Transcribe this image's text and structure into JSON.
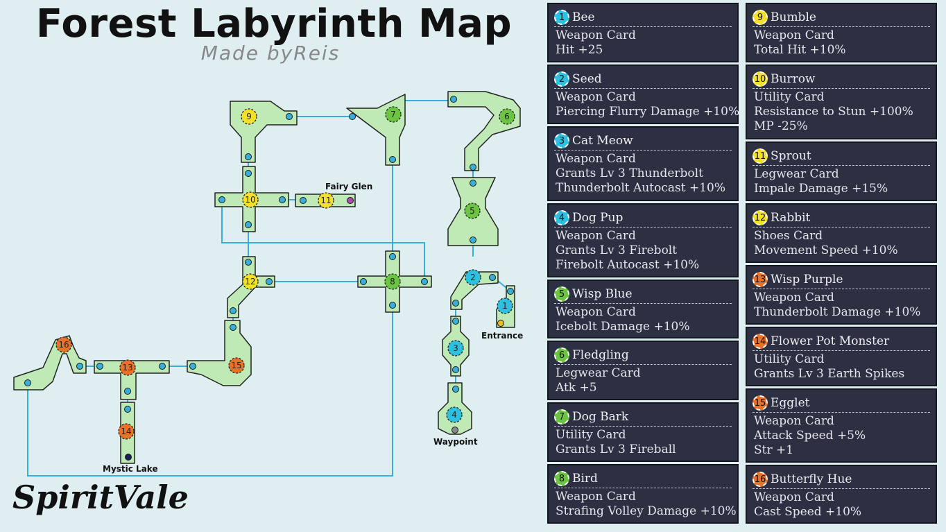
{
  "title": "Forest Labyrinth Map",
  "subtitle": "Made byReis",
  "logo": "SpiritVale",
  "colors": {
    "background": "#dfeef0",
    "room_fill": "#bfeab5",
    "room_stroke": "#222222",
    "connector": "#3aaed8",
    "blue": "#2ec0e0",
    "green": "#6cc443",
    "yellow": "#f2e02a",
    "orange": "#e8722a",
    "card_bg": "#2d2f42"
  },
  "map_labels": {
    "fairy_glen": "Fairy Glen",
    "entrance": "Entrance",
    "waypoint": "Waypoint",
    "mystic_lake": "Mystic Lake"
  },
  "map_markers": [
    "1",
    "2",
    "3",
    "4",
    "5",
    "6",
    "7",
    "8",
    "9",
    "10",
    "11",
    "12",
    "13",
    "14",
    "15",
    "16"
  ],
  "cards": [
    {
      "num": "1",
      "name": "Bee",
      "color": "blue",
      "lines": [
        "Weapon Card",
        "Hit +25"
      ]
    },
    {
      "num": "2",
      "name": "Seed",
      "color": "blue",
      "lines": [
        "Weapon Card",
        "Piercing Flurry Damage +10%"
      ]
    },
    {
      "num": "3",
      "name": "Cat Meow",
      "color": "blue",
      "lines": [
        "Weapon Card",
        "Grants Lv 3 Thunderbolt",
        "Thunderbolt Autocast +10%"
      ]
    },
    {
      "num": "4",
      "name": "Dog Pup",
      "color": "blue",
      "lines": [
        "Weapon Card",
        "Grants Lv 3 Firebolt",
        "Firebolt Autocast +10%"
      ]
    },
    {
      "num": "5",
      "name": "Wisp Blue",
      "color": "green",
      "lines": [
        "Weapon Card",
        "Icebolt Damage +10%"
      ]
    },
    {
      "num": "6",
      "name": "Fledgling",
      "color": "green",
      "lines": [
        "Legwear Card",
        "Atk +5"
      ]
    },
    {
      "num": "7",
      "name": "Dog Bark",
      "color": "green",
      "lines": [
        "Utility Card",
        "Grants Lv 3 Fireball"
      ]
    },
    {
      "num": "8",
      "name": "Bird",
      "color": "green",
      "lines": [
        "Weapon Card",
        "Strafing Volley Damage +10%"
      ]
    },
    {
      "num": "9",
      "name": "Bumble",
      "color": "yellow",
      "lines": [
        "Weapon Card",
        "Total Hit +10%"
      ]
    },
    {
      "num": "10",
      "name": "Burrow",
      "color": "yellow",
      "lines": [
        "Utility Card",
        "Resistance to Stun +100%",
        "MP -25%"
      ]
    },
    {
      "num": "11",
      "name": "Sprout",
      "color": "yellow",
      "lines": [
        "Legwear Card",
        "Impale Damage +15%"
      ]
    },
    {
      "num": "12",
      "name": "Rabbit",
      "color": "yellow",
      "lines": [
        "Shoes Card",
        "Movement Speed +10%"
      ]
    },
    {
      "num": "13",
      "name": "Wisp Purple",
      "color": "orange",
      "lines": [
        "Weapon Card",
        "Thunderbolt Damage +10%"
      ]
    },
    {
      "num": "14",
      "name": "Flower Pot Monster",
      "color": "orange",
      "lines": [
        "Utility Card",
        "Grants Lv 3 Earth Spikes"
      ]
    },
    {
      "num": "15",
      "name": "Egglet",
      "color": "orange",
      "lines": [
        "Weapon Card",
        "Attack Speed +5%",
        "Str +1"
      ]
    },
    {
      "num": "16",
      "name": "Butterfly Hue",
      "color": "orange",
      "lines": [
        "Weapon Card",
        "Cast Speed +10%"
      ]
    }
  ]
}
